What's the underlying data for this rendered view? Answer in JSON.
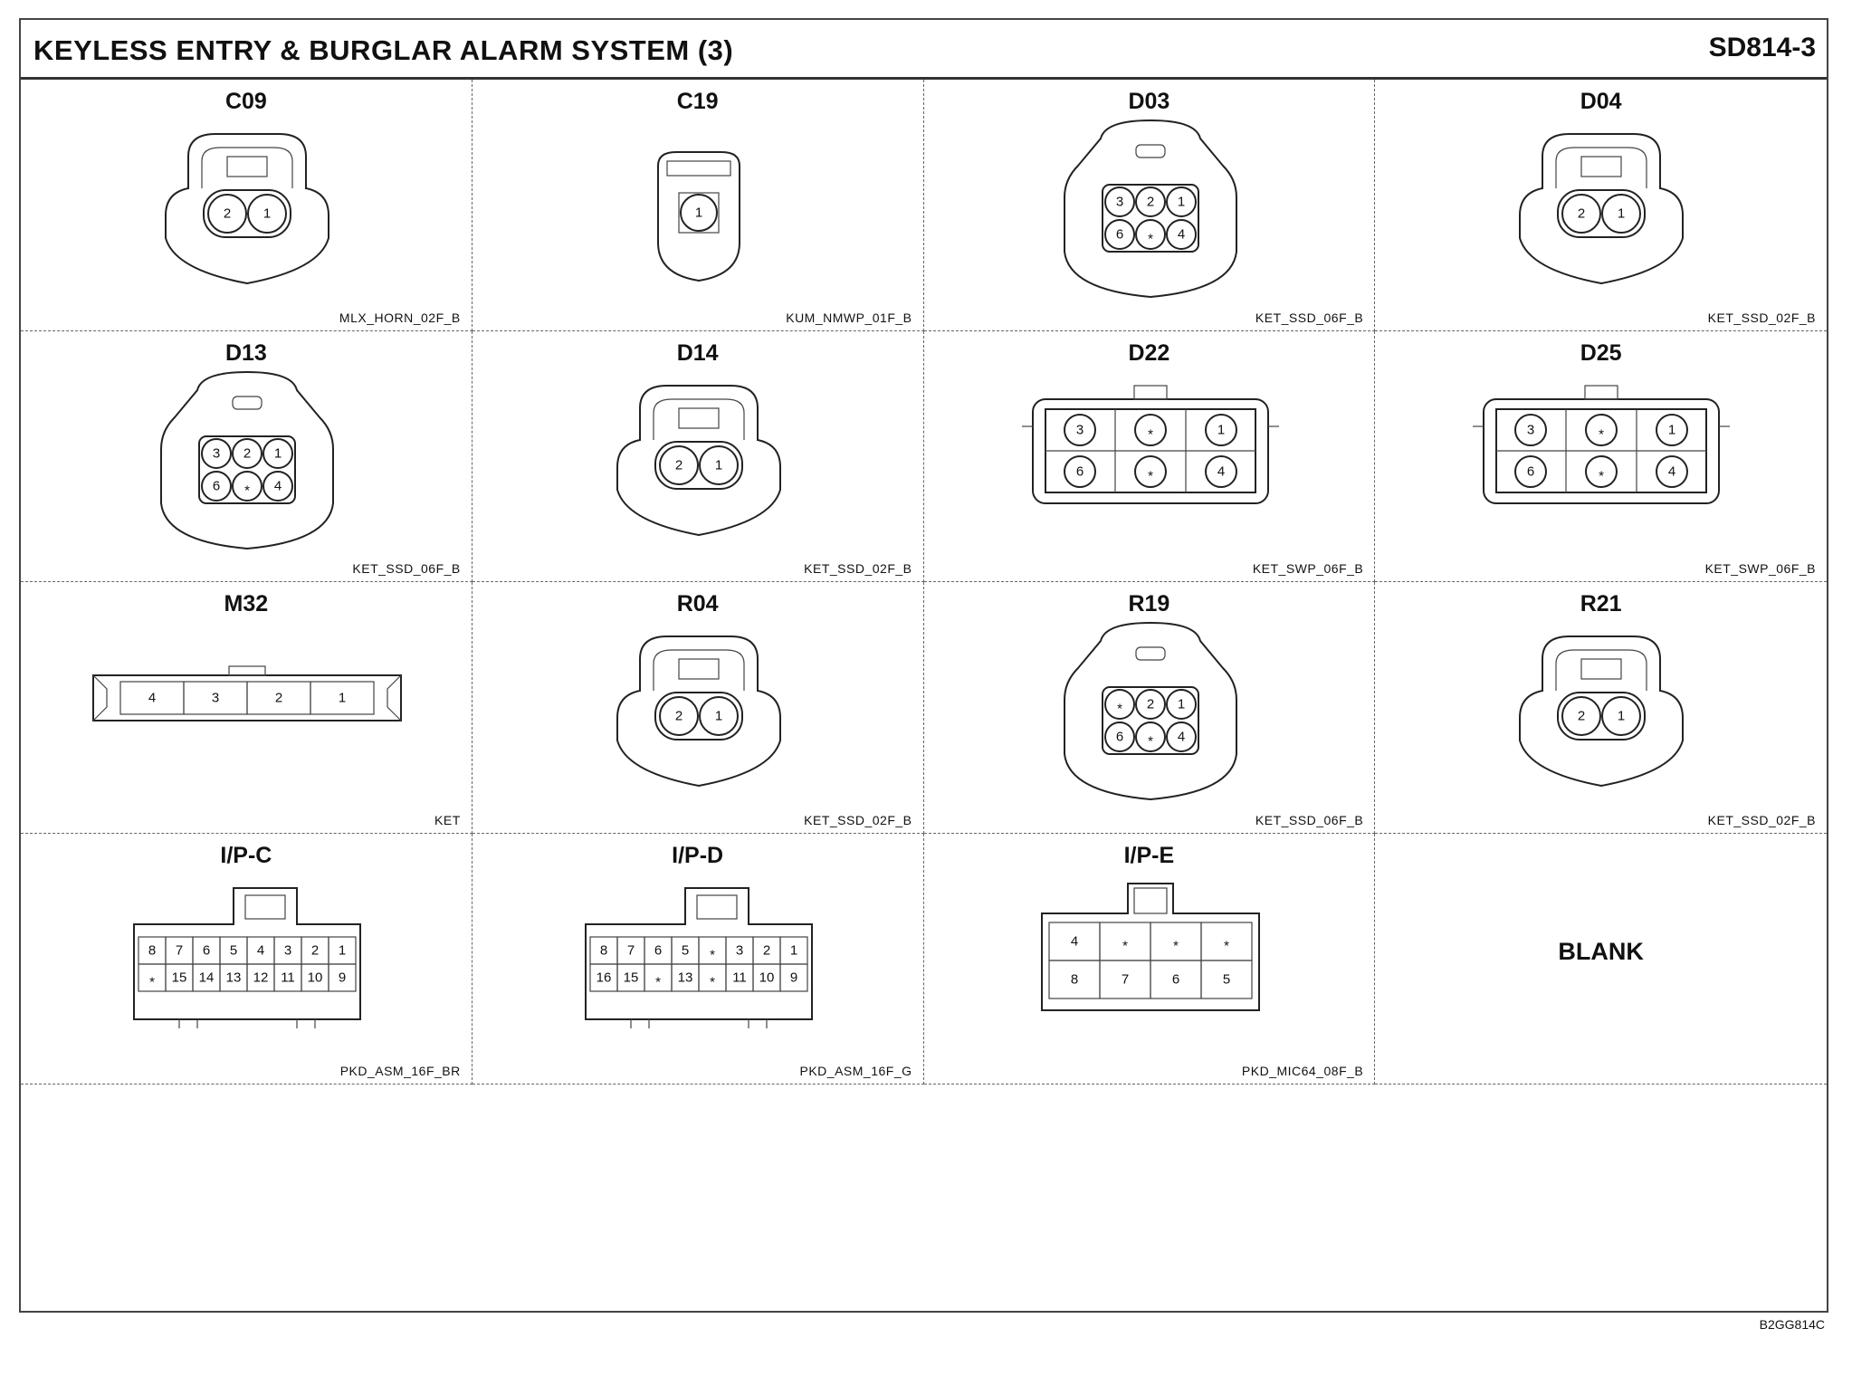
{
  "header": {
    "title": "KEYLESS ENTRY & BURGLAR ALARM SYSTEM (3)",
    "code": "SD814-3"
  },
  "connectors": [
    {
      "id": "C09",
      "part": "MLX_HORN_02F_B",
      "pins": [
        "2",
        "1"
      ]
    },
    {
      "id": "C19",
      "part": "KUM_NMWP_01F_B",
      "pins": [
        "1"
      ]
    },
    {
      "id": "D03",
      "part": "KET_SSD_06F_B",
      "pins": [
        "3",
        "2",
        "1",
        "6",
        "*",
        "4"
      ]
    },
    {
      "id": "D04",
      "part": "KET_SSD_02F_B",
      "pins": [
        "2",
        "1"
      ]
    },
    {
      "id": "D13",
      "part": "KET_SSD_06F_B",
      "pins": [
        "3",
        "2",
        "1",
        "6",
        "*",
        "4"
      ]
    },
    {
      "id": "D14",
      "part": "KET_SSD_02F_B",
      "pins": [
        "2",
        "1"
      ]
    },
    {
      "id": "D22",
      "part": "KET_SWP_06F_B",
      "pins": [
        "3",
        "*",
        "1",
        "6",
        "*",
        "4"
      ]
    },
    {
      "id": "D25",
      "part": "KET_SWP_06F_B",
      "pins": [
        "3",
        "*",
        "1",
        "6",
        "*",
        "4"
      ]
    },
    {
      "id": "M32",
      "part": "KET",
      "pins": [
        "4",
        "3",
        "2",
        "1"
      ]
    },
    {
      "id": "R04",
      "part": "KET_SSD_02F_B",
      "pins": [
        "2",
        "1"
      ]
    },
    {
      "id": "R19",
      "part": "KET_SSD_06F_B",
      "pins": [
        "*",
        "2",
        "1",
        "6",
        "*",
        "4"
      ]
    },
    {
      "id": "R21",
      "part": "KET_SSD_02F_B",
      "pins": [
        "2",
        "1"
      ]
    },
    {
      "id": "I/P-C",
      "part": "PKD_ASM_16F_BR",
      "pins": [
        "8",
        "7",
        "6",
        "5",
        "4",
        "3",
        "2",
        "1",
        "*",
        "15",
        "14",
        "13",
        "12",
        "11",
        "10",
        "9"
      ]
    },
    {
      "id": "I/P-D",
      "part": "PKD_ASM_16F_G",
      "pins": [
        "8",
        "7",
        "6",
        "5",
        "*",
        "3",
        "2",
        "1",
        "16",
        "15",
        "*",
        "13",
        "*",
        "11",
        "10",
        "9"
      ]
    },
    {
      "id": "I/P-E",
      "part": "PKD_MIC64_08F_B",
      "pins": [
        "4",
        "*",
        "*",
        "*",
        "8",
        "7",
        "6",
        "5"
      ]
    },
    {
      "id": "BLANK",
      "part": "",
      "pins": []
    }
  ],
  "footer": {
    "ref": "B2GG814C"
  }
}
